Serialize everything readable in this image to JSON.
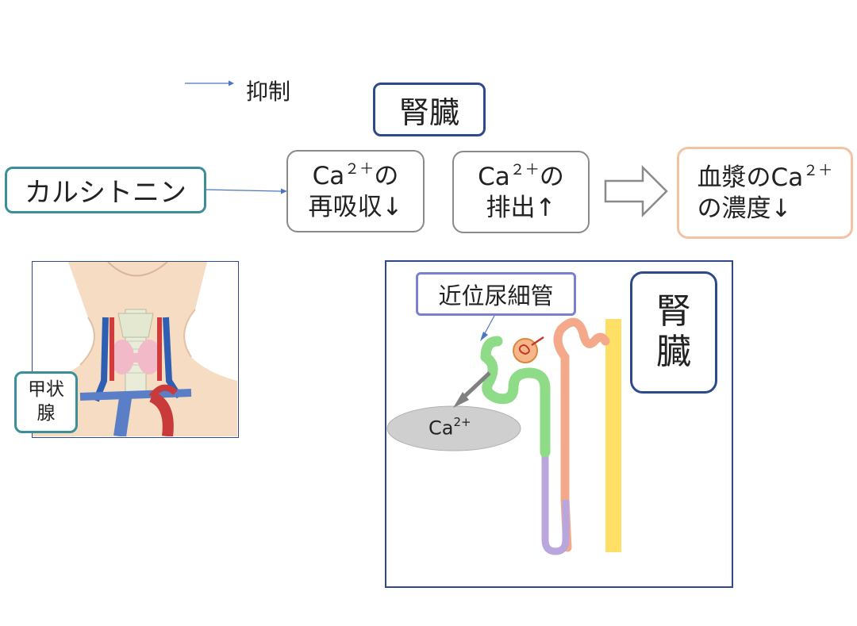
{
  "legend": {
    "label": "抑制"
  },
  "kidney_title": "腎臓",
  "calcitonin": "カルシトニン",
  "flow": {
    "reabsorption": {
      "ion": "Ca",
      "charge": "２＋",
      "suffix": "の",
      "line2": "再吸収↓"
    },
    "excretion": {
      "ion": "Ca",
      "charge": "２＋",
      "suffix": "の",
      "line2": "排出↑"
    },
    "result": {
      "line1a": "血漿のCa",
      "charge": "２＋",
      "line2": "の濃度↓"
    }
  },
  "thyroid_panel": {
    "label": "甲状腺"
  },
  "kidney_panel": {
    "tubule_label": "近位尿細管",
    "organ_label": "腎臓",
    "ion": "Ca",
    "ion_charge": "2+"
  },
  "colors": {
    "teal": "#3a8f98",
    "navy": "#2f4a8c",
    "arrow_blue": "#4a77c4",
    "peach": "#f3c2a2",
    "gray_border": "#8a8a8a",
    "green_tubule": "#8fdc88",
    "salmon_tubule": "#f4a98a",
    "purple_tubule": "#b8a6dd",
    "yellow_duct": "#ffe066",
    "ellipse_gray": "#cfcfcf"
  }
}
